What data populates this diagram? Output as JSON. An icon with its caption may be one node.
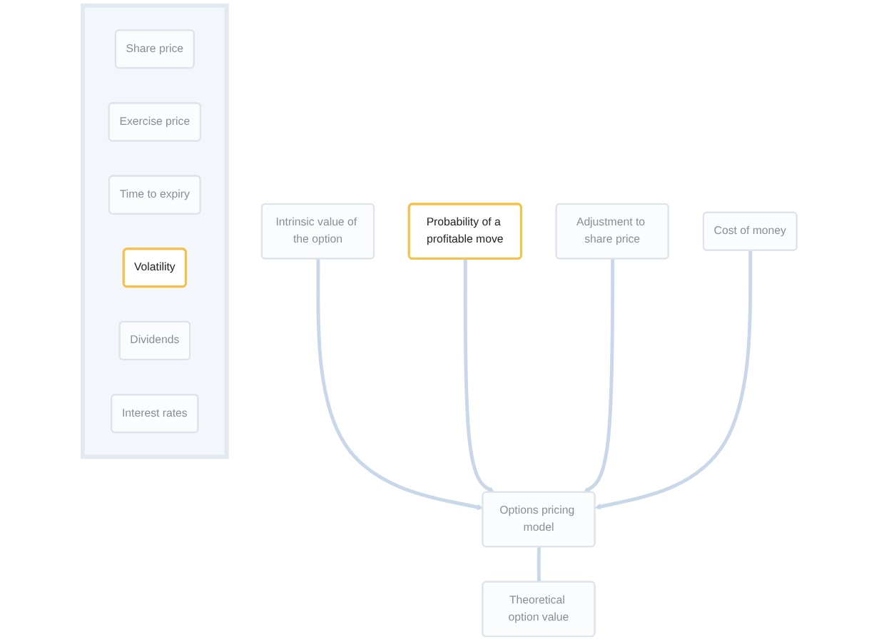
{
  "diagram": {
    "nodes": [
      {
        "text": [],
        "shape": "box"
      },
      {
        "text": [
          "Share price"
        ],
        "in": 0
      },
      {
        "text": [
          "Exercise price"
        ],
        "in": 0
      },
      {
        "text": [
          "Time to expiry"
        ],
        "in": 0
      },
      {
        "text": [
          "Volatility"
        ],
        "in": 0
      },
      {
        "text": [
          "Dividends"
        ],
        "in": 0
      },
      {
        "text": [
          "Interest rates"
        ],
        "in": 0
      },
      {
        "text": [
          "Intrinsic value of the option"
        ]
      },
      {
        "text": [
          "Probability of a profitable move"
        ]
      },
      {
        "text": [
          "Adjustment to share price"
        ]
      },
      {
        "text": [
          "Cost of money"
        ]
      },
      {
        "text": [
          "Options pricing model"
        ]
      },
      {
        "text": [
          "Theoretical option value"
        ]
      }
    ],
    "edges": [
      {
        "from": 7,
        "to": 11,
        "arrow": "to"
      },
      {
        "from": 8,
        "to": 11,
        "arrow": "to"
      },
      {
        "from": 9,
        "to": 11,
        "arrow": "to"
      },
      {
        "from": 10,
        "to": 11,
        "arrow": "to"
      },
      {
        "from": 11,
        "to": 12,
        "arrow": "none"
      }
    ]
  }
}
